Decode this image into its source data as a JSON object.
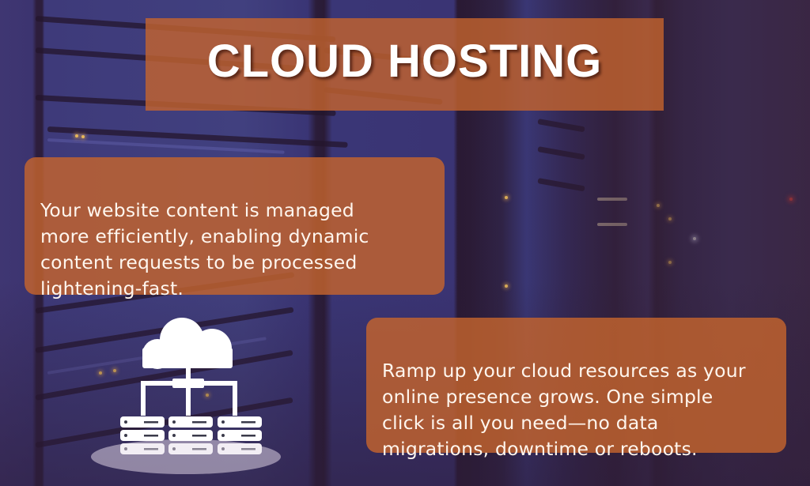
{
  "title": "CLOUD HOSTING",
  "features": [
    {
      "text": "Your website content is managed\nmore efficiently, enabling dynamic\ncontent requests to be processed\nlightening-fast."
    },
    {
      "text": "Ramp up your cloud resources as your\n online presence grows. One simple\nclick is all you need—no data\nmigrations, downtime or reboots."
    }
  ],
  "illustration": {
    "icon": "cloud-server-network-icon",
    "server_columns": 3,
    "server_rows": 3
  },
  "colors": {
    "accent_orange": "#c6642d",
    "background_purple": "#3a3575",
    "text_white": "#ffffff"
  }
}
